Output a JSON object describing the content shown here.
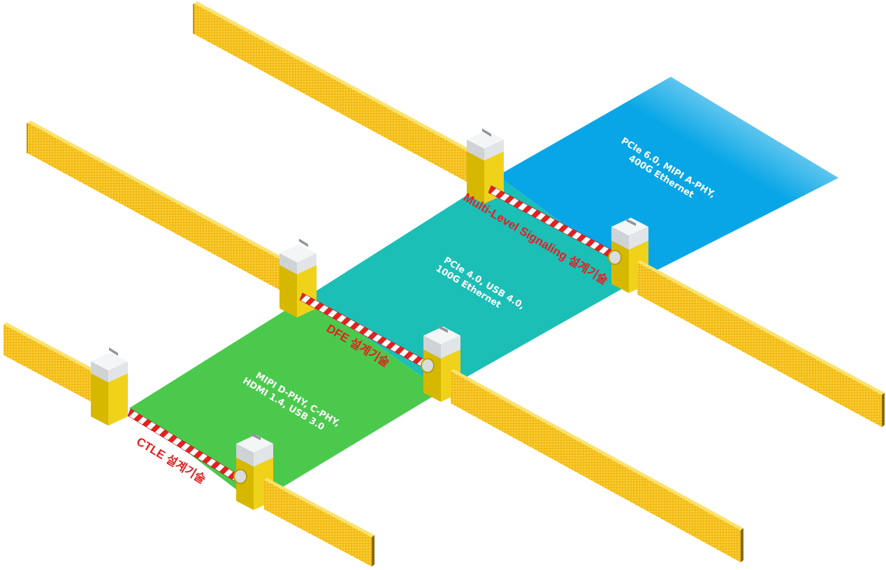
{
  "zones": {
    "gen1": {
      "line1": "MIPI D-PHY, C-PHY,",
      "line2": "HDMI 1.4, USB 3.0",
      "color": "#4bc94d"
    },
    "gen2": {
      "line1": "PCIe 4.0, USB 4.0,",
      "line2": "100G Ethernet",
      "color": "#1bbfb6"
    },
    "gen3": {
      "line1": "PCIe 6.0, MIPI A-PHY,",
      "line2": "400G Ethernet",
      "color": "#08a6e6"
    }
  },
  "gates": {
    "ctle": {
      "label": "CTLE 설계기술"
    },
    "dfe": {
      "label": "DFE 설계기술"
    },
    "mls": {
      "label": "Multi-Level Signaling 설계기술"
    }
  },
  "colors": {
    "rail": "#f6c11b",
    "rail_dark": "#c69500",
    "post_top": "#e9ebec",
    "post_body": "#f0d21a",
    "barrier_red": "#e32020",
    "label_red": "#e32020"
  }
}
